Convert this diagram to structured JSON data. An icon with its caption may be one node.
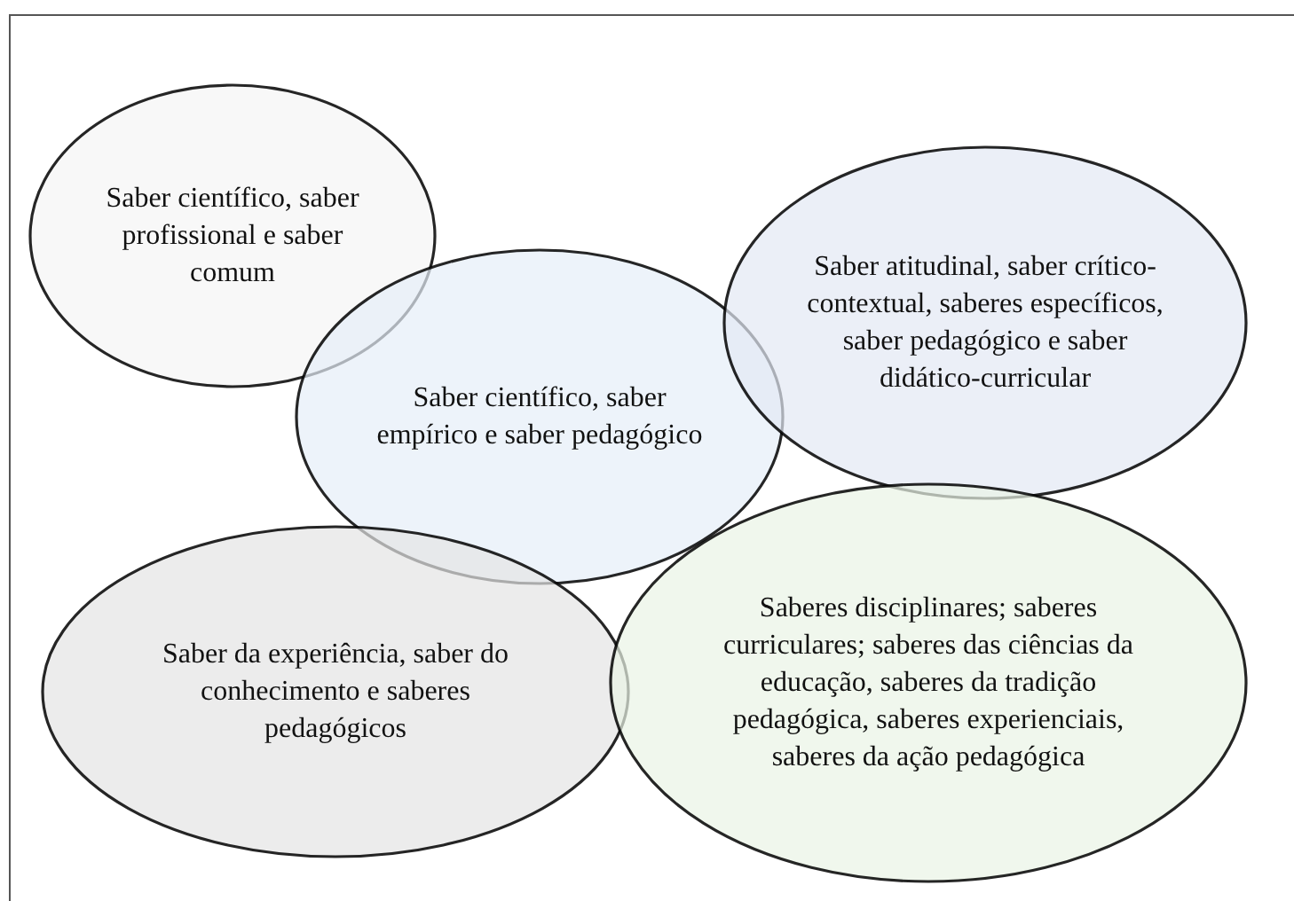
{
  "diagram": {
    "nodes": [
      {
        "text": [
          "Saber científico, saber profissional e saber comum"
        ]
      },
      {
        "text": [
          "Saber científico, saber empírico e saber pedagógico"
        ]
      },
      {
        "text": [
          "Saber atitudinal, saber crítico-contextual, saberes específicos, saber pedagógico e saber didático-curricular"
        ]
      },
      {
        "text": [
          "Saber da experiência, saber do conhecimento e saberes pedagógicos"
        ]
      },
      {
        "text": [
          "Saberes disciplinares; saberes curriculares; saberes das ciências da educação, saberes da tradição pedagógica, saberes experienciais, saberes da ação pedagógica"
        ]
      }
    ]
  }
}
